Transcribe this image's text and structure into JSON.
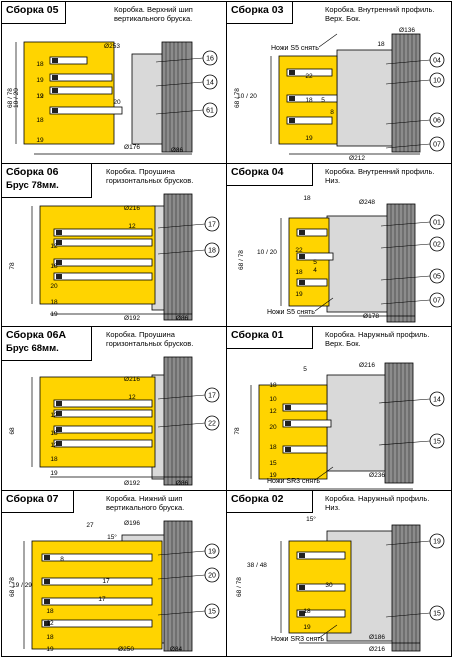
{
  "colors": {
    "wood": "#ffd400",
    "steel": "#d9d9d9",
    "steelDark": "#8c8c8c",
    "line": "#000000"
  },
  "panels": [
    {
      "title": "Сборка 05",
      "subtitle": "",
      "description": "Коробка. Верхний шип вертикального бруска.",
      "dims": [
        "Ø253",
        "18",
        "19",
        "12",
        "19",
        "10 / 20",
        "68 / 78",
        "20",
        "18",
        "19",
        "Ø176",
        "Ø86"
      ],
      "callouts": [
        "16",
        "14",
        "61"
      ],
      "note": ""
    },
    {
      "title": "Сборка 03",
      "subtitle": "",
      "description": "Коробка. Внутренний профиль. Верх. Бок.",
      "dims": [
        "Ø136",
        "18",
        "22",
        "18",
        "10 / 20",
        "68 / 78",
        "5",
        "8",
        "19",
        "Ø212"
      ],
      "callouts": [
        "04",
        "10",
        "06",
        "07"
      ],
      "note": "Ножи S5 снять"
    },
    {
      "title": "Сборка 06",
      "subtitle": "Брус 78мм.",
      "description": "Коробка. Проушина горизонтальных брусков.",
      "dims": [
        "Ø216",
        "12",
        "12",
        "18",
        "20",
        "18",
        "78",
        "19",
        "Ø192",
        "Ø86"
      ],
      "callouts": [
        "17",
        "18"
      ],
      "note": ""
    },
    {
      "title": "Сборка 04",
      "subtitle": "",
      "description": "Коробка. Внутренний профиль. Низ.",
      "dims": [
        "18",
        "Ø248",
        "22",
        "18",
        "10 / 20",
        "68 / 78",
        "5",
        "4",
        "19",
        "Ø178"
      ],
      "callouts": [
        "01",
        "02",
        "05",
        "07"
      ],
      "note": "Ножи S5 снять"
    },
    {
      "title": "Сборка 06А",
      "subtitle": "Брус 68мм.",
      "description": "Коробка. Проушина горизонтальных брусков.",
      "dims": [
        "Ø216",
        "12",
        "12",
        "18",
        "12",
        "18",
        "68",
        "19",
        "Ø192",
        "Ø86"
      ],
      "callouts": [
        "17",
        "22"
      ],
      "note": ""
    },
    {
      "title": "Сборка 01",
      "subtitle": "",
      "description": "Коробка. Наружный профиль. Верх. Бок.",
      "dims": [
        "5",
        "Ø216",
        "18",
        "10",
        "12",
        "20",
        "18",
        "78",
        "15",
        "19",
        "Ø236"
      ],
      "callouts": [
        "14",
        "15"
      ],
      "note": "Ножи SR3 снять"
    },
    {
      "title": "Сборка 07",
      "subtitle": "",
      "description": "Коробка. Нижний шип вертикального бруска.",
      "dims": [
        "27",
        "Ø196",
        "15°",
        "8",
        "19 / 29",
        "68 / 78",
        "17",
        "17",
        "18",
        "12",
        "18",
        "19",
        "Ø250",
        "Ø84"
      ],
      "callouts": [
        "19",
        "20",
        "15"
      ],
      "note": ""
    },
    {
      "title": "Сборка 02",
      "subtitle": "",
      "description": "Коробка. Наружный профиль. Низ.",
      "dims": [
        "15°",
        "38 / 48",
        "68 / 78",
        "30",
        "18",
        "19",
        "Ø186",
        "Ø216"
      ],
      "callouts": [
        "19",
        "15"
      ],
      "note": "Ножи SR3 снять"
    }
  ]
}
